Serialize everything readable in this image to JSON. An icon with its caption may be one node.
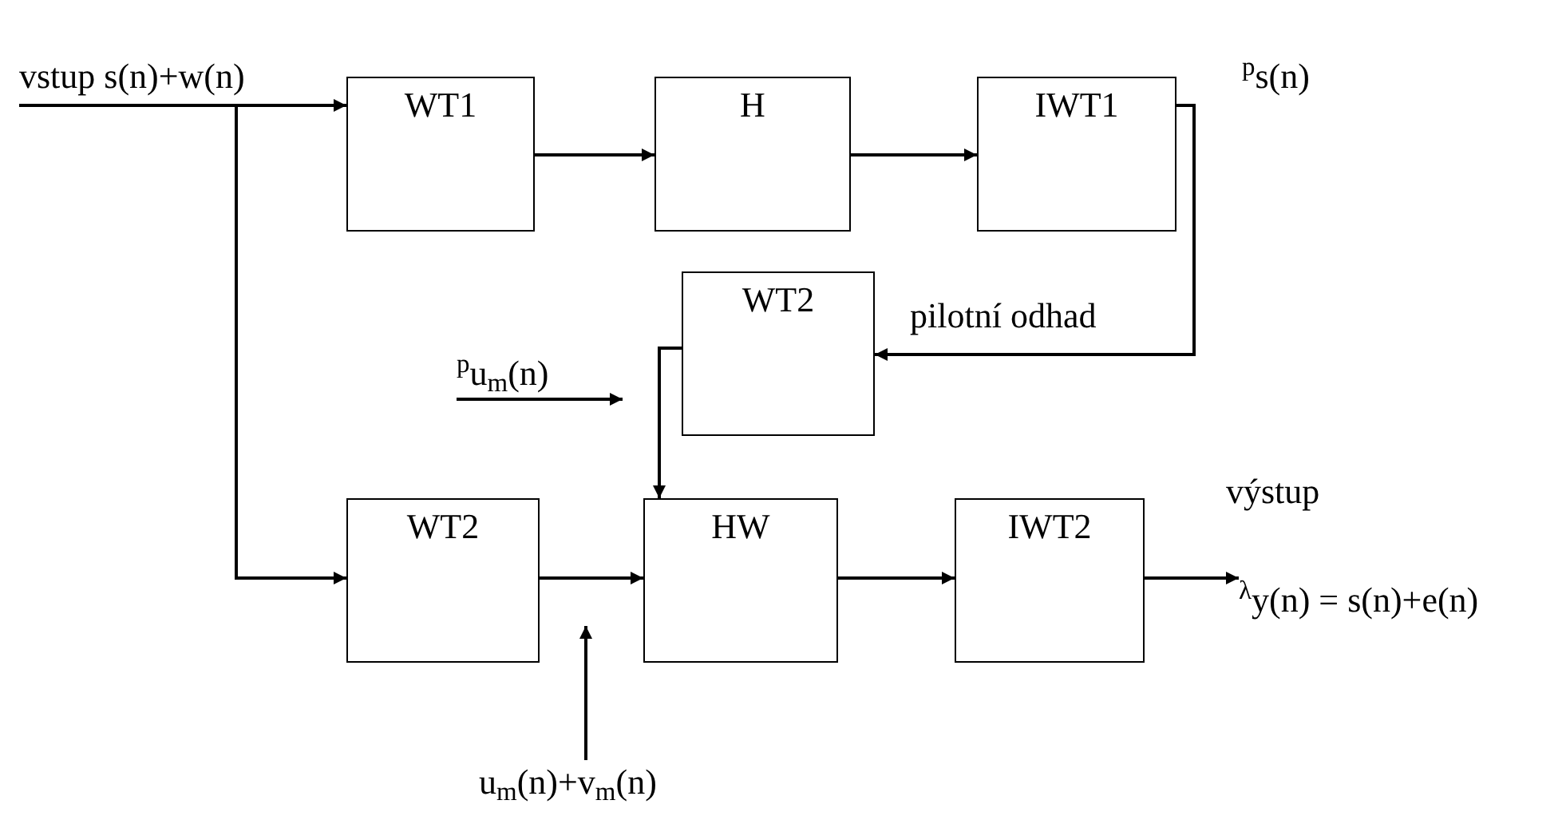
{
  "diagram": {
    "nodes": [
      {
        "text": [
          "WT1"
        ]
      },
      {
        "text": [
          "H"
        ]
      },
      {
        "text": [
          "IWT1"
        ]
      },
      {
        "text": [
          "WT2"
        ]
      },
      {
        "text": [
          "WT2"
        ]
      },
      {
        "text": [
          "HW"
        ]
      },
      {
        "text": [
          "IWT2"
        ]
      },
      {
        "text": [
          "vstup s(n)+w(n)"
        ]
      },
      {
        "text": [
          "$^{p}$u$_{m}$(n)"
        ]
      },
      {
        "text": [
          "u$_{m}$(n)+v$_{m}$(n)"
        ]
      },
      {
        "text": [
          "$^{λ}$y(n) = s(n)+e(n)"
        ]
      }
    ],
    "edges": [
      {
        "from": 7,
        "to": 0,
        "arrow": "to"
      },
      {
        "from": 7,
        "to": 4,
        "arrow": "to"
      },
      {
        "from": 0,
        "to": 1,
        "arrow": "to"
      },
      {
        "from": 1,
        "to": 2,
        "arrow": "to"
      },
      {
        "from": 2,
        "to": 3,
        "arrow": "to",
        "label": "pilotní odhad"
      },
      {
        "from": 3,
        "to": 5,
        "arrow": "to"
      },
      {
        "from": 4,
        "to": 5,
        "arrow": "to"
      },
      {
        "from": 5,
        "to": 6,
        "arrow": "to"
      },
      {
        "from": 6,
        "to": 10,
        "arrow": "to"
      },
      {
        "from": 8,
        "to": null,
        "arrow": "to"
      },
      {
        "from": 9,
        "to": null,
        "arrow": "to"
      }
    ],
    "labels": [
      "$^{p}$s(n)",
      "výstup"
    ]
  }
}
